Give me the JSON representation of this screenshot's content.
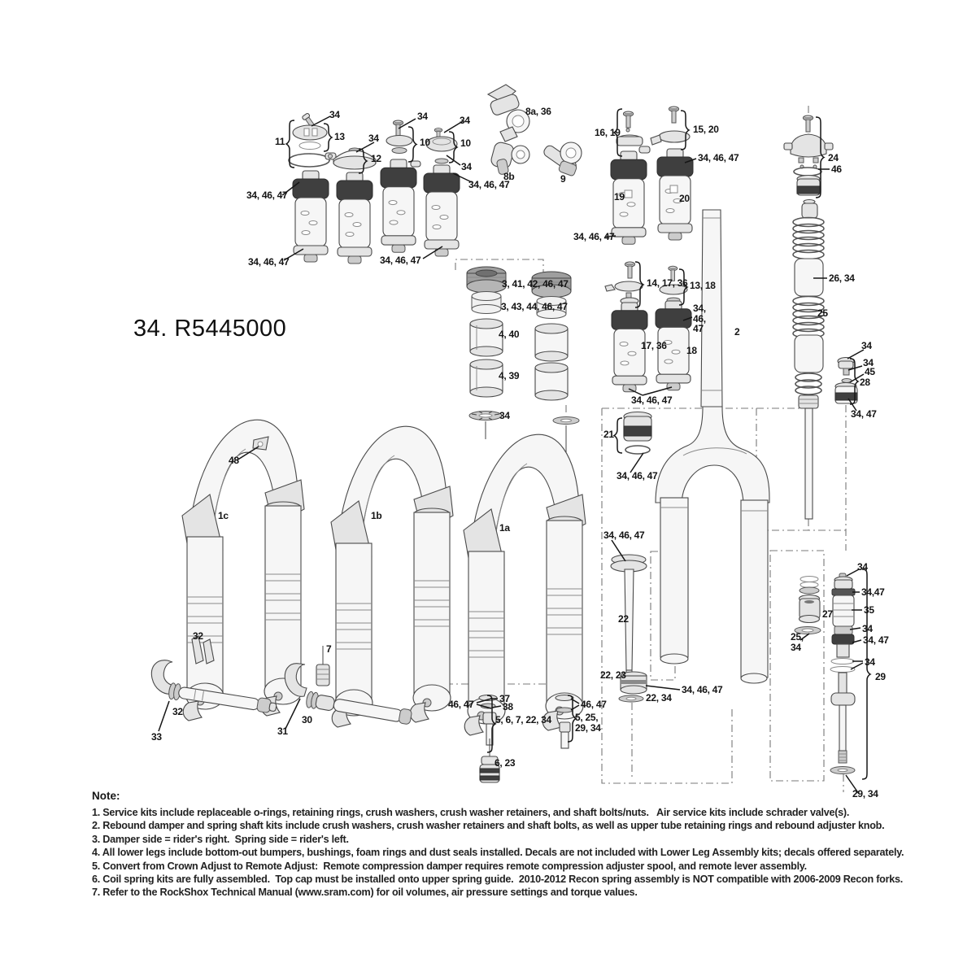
{
  "title": "34. R5445000",
  "colors": {
    "ink": "#161616",
    "line": "#4a4a4a",
    "dark_band": "#3f3f3f",
    "light_fill": "#f6f6f6",
    "background": "#ffffff"
  },
  "note": {
    "heading": "Note:",
    "items": [
      "1. Service kits include replaceable o-rings, retaining rings, crush washers, crush washer retainers, and shaft bolts/nuts.   Air service kits include schrader valve(s).",
      "2. Rebound damper and spring shaft kits include crush washers, crush washer retainers and shaft bolts, as well as upper tube retaining rings and rebound adjuster knob.",
      "3. Damper side = rider's right.  Spring side = rider's left.",
      "4. All lower legs include bottom-out bumpers, bushings, foam rings and dust seals installed. Decals are not included with Lower Leg Assembly kits; decals offered separately.",
      "5. Convert from Crown Adjust to Remote Adjust:  Remote compression damper requires remote compression adjuster spool, and remote lever assembly.",
      "6. Coil spring kits are fully assembled.  Top cap must be installed onto upper spring guide.  2010-2012 Recon spring assembly is NOT compatible with 2006-2009 Recon forks.",
      "7. Refer to the RockShox Technical Manual (www.sram.com) for oil volumes, air pressure settings and torque values."
    ]
  },
  "callouts": {
    "c1": "34",
    "c2": "11",
    "c3": "13",
    "c4": "34",
    "c5": "10",
    "c6": "34",
    "c7": "10",
    "c8": "34",
    "c9": "12",
    "c10": "34",
    "c11": "34, 46, 47",
    "c12": "34, 46, 47",
    "c13": "34, 46, 47",
    "c14": "34, 46, 47",
    "c15": "8a, 36",
    "c16": "8b",
    "c17": "9",
    "c18": "16, 19",
    "c19": "15, 20",
    "c20": "34, 46, 47",
    "c21": "19",
    "c22": "20",
    "c23": "34, 46, 47",
    "c24": "24",
    "c25": "46",
    "c26": "26, 34",
    "c27": "25",
    "c28": "34",
    "c29": "34",
    "c30": "45",
    "c31": "28",
    "c32": "34, 47",
    "c33": "3, 41, 42, 46, 47",
    "c34": "3, 43, 44, 46, 47",
    "c35": "4, 40",
    "c36": "4, 39",
    "c37": "34",
    "c38": "14, 17, 36",
    "c39": "13, 18",
    "c40": "34,\n46,\n47",
    "c41": "17, 36",
    "c42": "18",
    "c43": "2",
    "c44": "34, 46, 47",
    "c45": "21",
    "c46": "34, 46, 47",
    "c47": "48",
    "c48": "1c",
    "c49": "1b",
    "c50": "1a",
    "c51": "32",
    "c52": "32",
    "c53": "33",
    "c54": "7",
    "c55": "30",
    "c56": "31",
    "c57": "37",
    "c58": "38",
    "c59": "46, 47",
    "c60": "5, 6, 7, 22, 34",
    "c61": "6, 23",
    "c62": "46, 47",
    "c63": "5, 25,\n29, 34",
    "c64": "22, 23",
    "c65": "34, 46, 47",
    "c66": "22",
    "c67": "34, 46, 47",
    "c68": "22, 34",
    "c69": "34",
    "c70": "34,47",
    "c71": "35",
    "c72": "34",
    "c73": "34, 47",
    "c74": "34",
    "c75": "29",
    "c76": "27",
    "c77": "25,\n34",
    "c78": "29, 34"
  }
}
